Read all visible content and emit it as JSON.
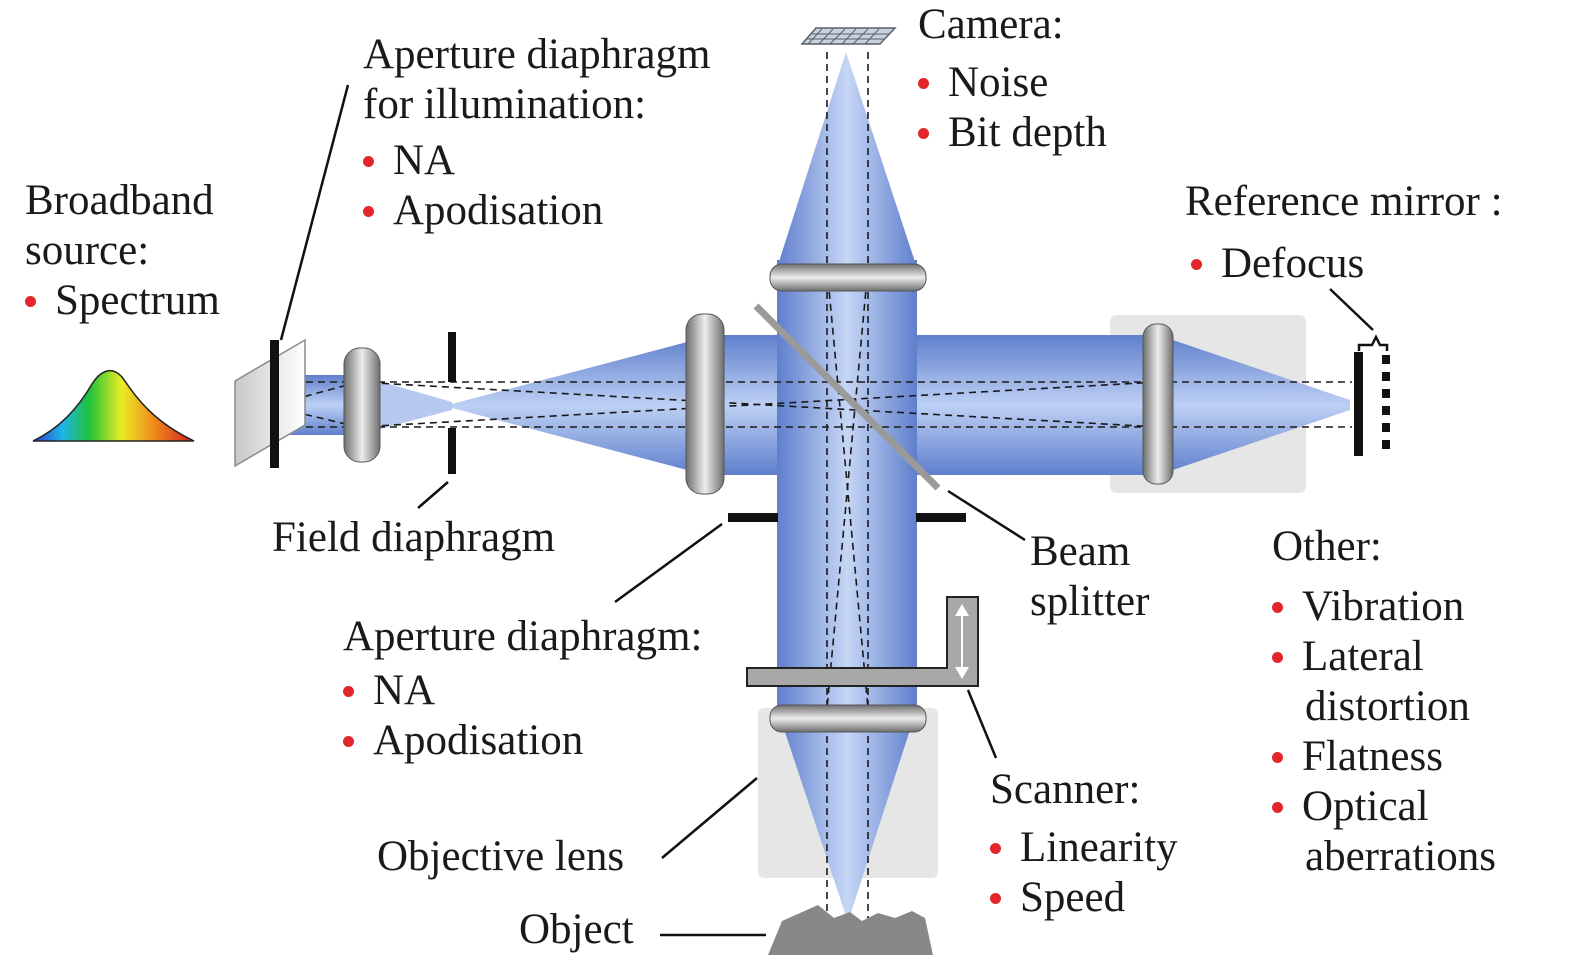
{
  "colors": {
    "bullet": "#e3262c",
    "beam": "#6f8fd8",
    "lens": "#8d8d8d",
    "diaphragm": "#111111"
  },
  "labels": {
    "source_title_1": "Broadband",
    "source_title_2": "source:",
    "source_item": "Spectrum",
    "illum_title_1": "Aperture diaphragm",
    "illum_title_2": "for illumination:",
    "illum_item_1": "NA",
    "illum_item_2": "Apodisation",
    "field": "Field diaphragm",
    "aperture_title": "Aperture diaphragm:",
    "aperture_item_1": "NA",
    "aperture_item_2": "Apodisation",
    "objective": "Objective lens",
    "object": "Object",
    "camera_title": "Camera:",
    "camera_item_1": "Noise",
    "camera_item_2": "Bit depth",
    "ref_title": "Reference mirror :",
    "ref_item": "Defocus",
    "bs_1": "Beam",
    "bs_2": "splitter",
    "other_title": "Other:",
    "other_item_1": "Vibration",
    "other_item_2a": "Lateral",
    "other_item_2b": "distortion",
    "other_item_3": "Flatness",
    "other_item_4a": "Optical",
    "other_item_4b": "aberrations",
    "scanner_title": "Scanner:",
    "scanner_item_1": "Linearity",
    "scanner_item_2": "Speed"
  }
}
